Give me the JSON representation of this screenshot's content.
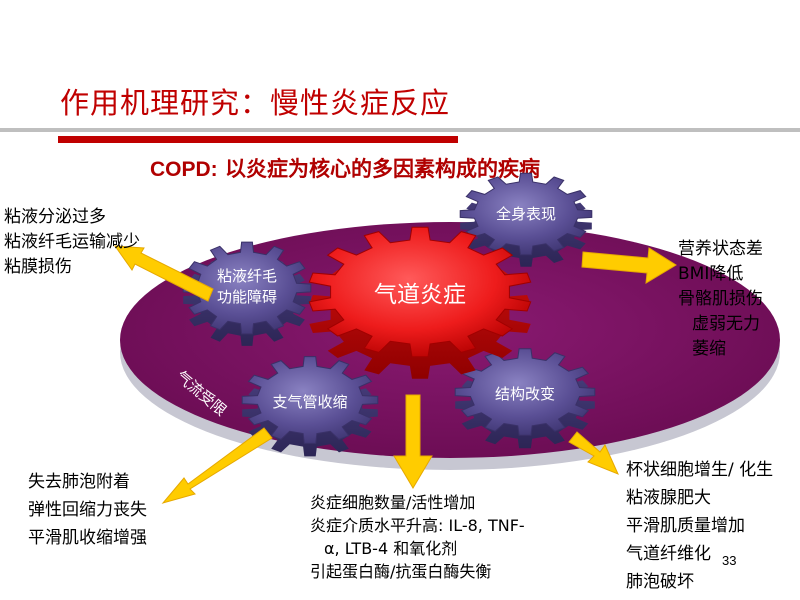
{
  "slide": {
    "title": "作用机理研究：慢性炎症反应",
    "subtitle_lead": "COPD:",
    "subtitle_rest": " 以炎症为核心的多因素构成的疾病",
    "page_number": "33"
  },
  "ellipse": {
    "label": "气流受限",
    "color": "#7a0f5f"
  },
  "gears": {
    "center": "气道炎症",
    "systemic": "全身表现",
    "mucus_l1": "粘液纤毛",
    "mucus_l2": "功能障碍",
    "bronchus": "支气管收缩",
    "structure": "结构改变"
  },
  "notes": {
    "mucus": [
      "粘液分泌过多",
      "粘液纤毛运输减少",
      "粘膜损伤"
    ],
    "systemic": [
      "营养状态差",
      "BMI降低",
      "骨骼肌损伤",
      "虚弱无力",
      "萎缩"
    ],
    "bronchus": [
      "失去肺泡附着",
      "弹性回缩力丧失",
      "平滑肌收缩增强"
    ],
    "inflammation": [
      "炎症细胞数量/活性增加",
      "炎症介质水平升高: IL-8, TNF-",
      "α, LTB-4 和氧化剂",
      "引起蛋白酶/抗蛋白酶失衡"
    ],
    "structure": [
      "杯状细胞增生/ 化生",
      "粘液腺肥大",
      "平滑肌质量增加",
      "气道纤维化",
      "肺泡破坏"
    ]
  },
  "colors": {
    "title_red": "#c00000",
    "arrow_yellow": "#ffcc00",
    "gear_red": "#ee1c1c",
    "gear_purple": "#5a4f95"
  }
}
